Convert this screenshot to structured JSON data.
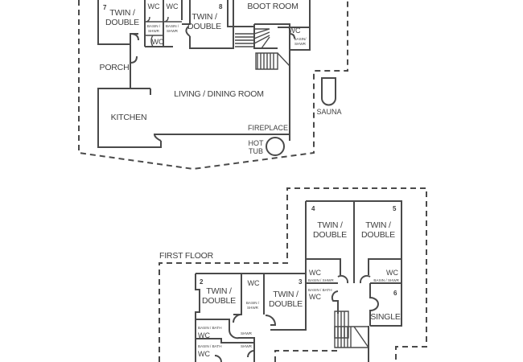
{
  "ground_floor": {
    "rooms": {
      "room7": {
        "number": "7",
        "line1": "TWIN /",
        "line2": "DOUBLE"
      },
      "room8": {
        "number": "8",
        "line1": "TWIN /",
        "line2": "DOUBLE"
      },
      "wc_a": "WC",
      "wc_b": "WC",
      "wc_c": "WC",
      "wc_d": "WC",
      "basin_a": {
        "line1": "BASIN /",
        "line2": "SHWR"
      },
      "basin_b": {
        "line1": "BASIN /",
        "line2": "SHWR"
      },
      "basin_d": {
        "line1": "BASIN/",
        "line2": "SHWR"
      },
      "boot_room": "BOOT ROOM",
      "porch": "PORCH",
      "living": "LIVING / DINING ROOM",
      "kitchen": "KITCHEN",
      "fireplace": "FIREPLACE",
      "hot_tub": {
        "line1": "HOT",
        "line2": "TUB"
      },
      "sauna": "SAUNA"
    }
  },
  "first_floor": {
    "title": "FIRST FLOOR",
    "rooms": {
      "room2": {
        "number": "2",
        "line1": "TWIN /",
        "line2": "DOUBLE"
      },
      "room3": {
        "number": "3",
        "line1": "TWIN /",
        "line2": "DOUBLE"
      },
      "room4": {
        "number": "4",
        "line1": "TWIN /",
        "line2": "DOUBLE"
      },
      "room5": {
        "number": "5",
        "line1": "TWIN /",
        "line2": "DOUBLE"
      },
      "room6": {
        "number": "6",
        "label": "SINGLE"
      },
      "wc_2_3": "WC",
      "basin_2_3": {
        "line1": "BASIN /",
        "line2": "SHWR"
      },
      "wc_4": "WC",
      "basin_4": "BASIN / SHWR",
      "wc_5": "WC",
      "basin_5": "BASIN / SHWR",
      "wc_3": "WC",
      "basin_3": "BASIN / BATH",
      "wc_e1": "WC",
      "basin_e1": "BASIN / BATH",
      "shwr_e1": "SHWR",
      "wc_e2": "WC",
      "basin_e2": "BASIN / BATH",
      "shwr_e2": "SHWR"
    }
  }
}
